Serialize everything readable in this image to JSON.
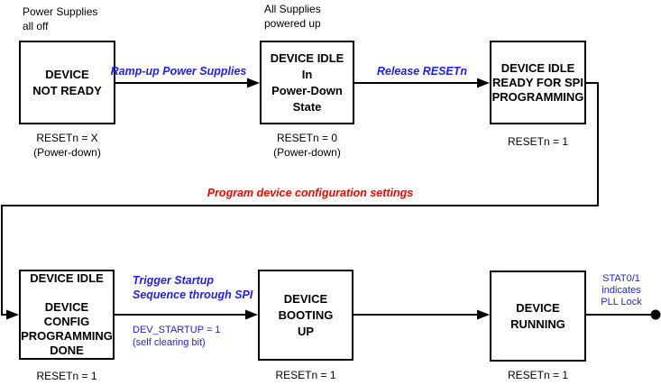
{
  "colors": {
    "blue": "#2222dd",
    "red": "#ff0000",
    "line": "#000000"
  },
  "states": [
    {
      "name": "DEVICE\nNOT READY",
      "note_above": "Power Supplies\nall off",
      "note_below": "RESETn = X\n(Power-down)"
    },
    {
      "name": "DEVICE IDLE\nIn\nPower-Down\nState",
      "note_above": "All Supplies\npowered up",
      "note_below": "RESETn = 0\n(Power-down)"
    },
    {
      "name": "DEVICE IDLE\nREADY FOR SPI\nPROGRAMMING",
      "note_below": "RESETn = 1"
    },
    {
      "name": "DEVICE IDLE\n\nDEVICE\nCONFIG\nPROGRAMMING\nDONE",
      "note_below": "RESETn = 1"
    },
    {
      "name": "DEVICE\nBOOTING\nUP",
      "note_below": "RESETn = 1"
    },
    {
      "name": "DEVICE\nRUNNING",
      "note_below": "RESETn = 1"
    }
  ],
  "transitions": {
    "ramp_up": "Ramp-up Power Supplies",
    "release_resetn": "Release RESETn",
    "program_config": "Program device configuration settings",
    "trigger_startup": "Trigger Startup\nSequence through SPI",
    "trigger_startup_detail": "DEV_STARTUP = 1\n(self clearing bit)",
    "output_indicator": "STAT0/1\nindicates\nPLL Lock"
  }
}
